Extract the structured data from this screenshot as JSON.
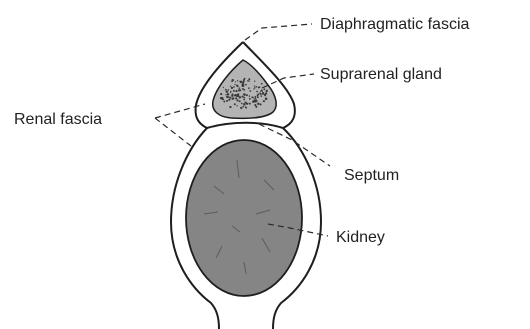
{
  "labels": {
    "diaphragmatic_fascia": "Diaphragmatic fascia",
    "suprarenal_gland": "Suprarenal gland",
    "renal_fascia": "Renal fascia",
    "septum": "Septum",
    "kidney": "Kidney"
  },
  "colors": {
    "outline": "#1e1e1e",
    "kidney_fill": "#858585",
    "gland_fill": "#b4b4b4",
    "background": "#ffffff"
  }
}
